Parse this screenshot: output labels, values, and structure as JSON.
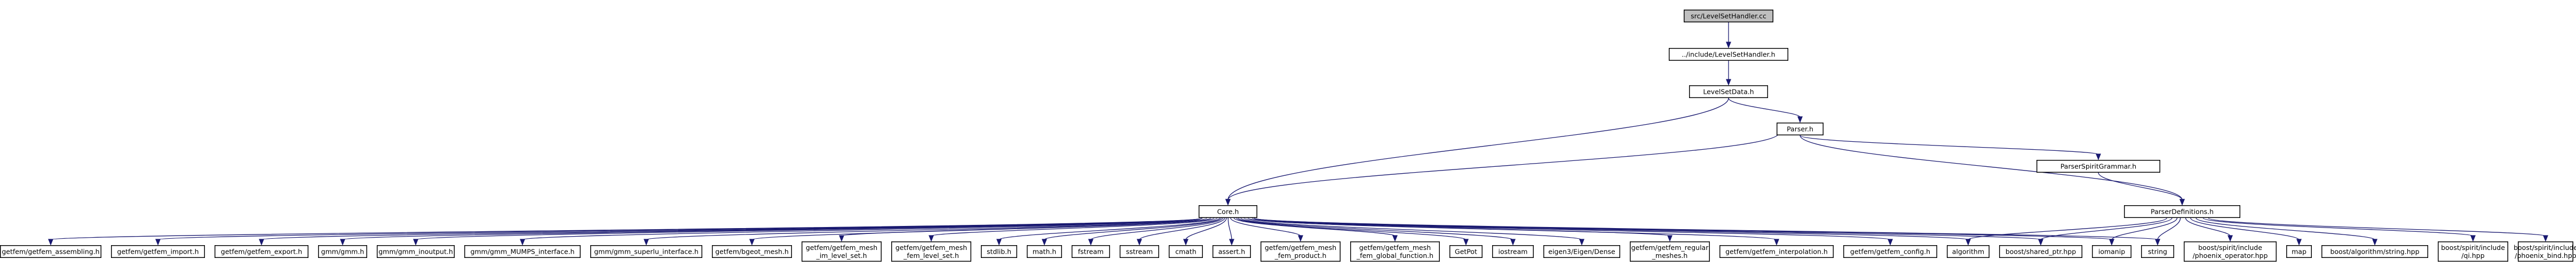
{
  "diagram": {
    "type": "include-dependency-graph",
    "nodes": [
      {
        "id": "root",
        "lines": [
          "src/LevelSetHandler.cc"
        ],
        "root": true
      },
      {
        "id": "lsh",
        "lines": [
          "../include/LevelSetHandler.h"
        ]
      },
      {
        "id": "lsd",
        "lines": [
          "LevelSetData.h"
        ]
      },
      {
        "id": "parser",
        "lines": [
          "Parser.h"
        ]
      },
      {
        "id": "psg",
        "lines": [
          "ParserSpiritGrammar.h"
        ]
      },
      {
        "id": "pdef",
        "lines": [
          "ParserDefinitions.h"
        ]
      },
      {
        "id": "core",
        "lines": [
          "Core.h"
        ]
      },
      {
        "id": "g_asm",
        "lines": [
          "getfem/getfem_assembling.h"
        ]
      },
      {
        "id": "g_imp",
        "lines": [
          "getfem/getfem_import.h"
        ]
      },
      {
        "id": "g_exp",
        "lines": [
          "getfem/getfem_export.h"
        ]
      },
      {
        "id": "gmm",
        "lines": [
          "gmm/gmm.h"
        ]
      },
      {
        "id": "gmm_io",
        "lines": [
          "gmm/gmm_inoutput.h"
        ]
      },
      {
        "id": "gmm_mumps",
        "lines": [
          "gmm/gmm_MUMPS_interface.h"
        ]
      },
      {
        "id": "gmm_slu",
        "lines": [
          "gmm/gmm_superlu_interface.h"
        ]
      },
      {
        "id": "g_reg",
        "lines": [
          "getfem/bgeot_mesh.h"
        ]
      },
      {
        "id": "g_mim",
        "lines": [
          "getfem/getfem_mesh",
          "_im_level_set.h"
        ]
      },
      {
        "id": "g_fem",
        "lines": [
          "getfem/getfem_mesh",
          "_fem_level_set.h"
        ]
      },
      {
        "id": "stdlib",
        "lines": [
          "stdlib.h"
        ]
      },
      {
        "id": "math",
        "lines": [
          "math.h"
        ]
      },
      {
        "id": "fstream",
        "lines": [
          "fstream"
        ]
      },
      {
        "id": "sstream",
        "lines": [
          "sstream"
        ]
      },
      {
        "id": "cmath",
        "lines": [
          "cmath"
        ]
      },
      {
        "id": "assert",
        "lines": [
          "assert.h"
        ]
      },
      {
        "id": "g_prod",
        "lines": [
          "getfem/getfem_mesh",
          "_fem_product.h"
        ]
      },
      {
        "id": "g_glob",
        "lines": [
          "getfem/getfem_mesh",
          "_fem_global_function.h"
        ]
      },
      {
        "id": "getpot",
        "lines": [
          "GetPot"
        ]
      },
      {
        "id": "iostream",
        "lines": [
          "iostream"
        ]
      },
      {
        "id": "eigen",
        "lines": [
          "eigen3/Eigen/Dense"
        ]
      },
      {
        "id": "g_regm",
        "lines": [
          "getfem/getfem_regular",
          "_meshes.h"
        ]
      },
      {
        "id": "g_interp",
        "lines": [
          "getfem/getfem_interpolation.h"
        ]
      },
      {
        "id": "g_conf",
        "lines": [
          "getfem/getfem_config.h"
        ]
      },
      {
        "id": "algorithm",
        "lines": [
          "algorithm"
        ]
      },
      {
        "id": "sptr",
        "lines": [
          "boost/shared_ptr.hpp"
        ]
      },
      {
        "id": "iomanip",
        "lines": [
          "iomanip"
        ]
      },
      {
        "id": "string",
        "lines": [
          "string"
        ]
      },
      {
        "id": "phx_op",
        "lines": [
          "boost/spirit/include",
          "/phoenix_operator.hpp"
        ]
      },
      {
        "id": "map",
        "lines": [
          "map"
        ]
      },
      {
        "id": "balg",
        "lines": [
          "boost/algorithm/string.hpp"
        ]
      },
      {
        "id": "qi",
        "lines": [
          "boost/spirit/include",
          "/qi.hpp"
        ]
      },
      {
        "id": "phx_bind",
        "lines": [
          "boost/spirit/include",
          "/phoenix_bind.hpp"
        ]
      }
    ],
    "edges": [
      [
        "root",
        "lsh"
      ],
      [
        "lsh",
        "lsd"
      ],
      [
        "lsd",
        "core"
      ],
      [
        "lsd",
        "parser"
      ],
      [
        "parser",
        "core"
      ],
      [
        "parser",
        "psg"
      ],
      [
        "parser",
        "pdef"
      ],
      [
        "psg",
        "pdef"
      ],
      [
        "core",
        "g_asm"
      ],
      [
        "core",
        "g_imp"
      ],
      [
        "core",
        "g_exp"
      ],
      [
        "core",
        "gmm"
      ],
      [
        "core",
        "gmm_io"
      ],
      [
        "core",
        "gmm_mumps"
      ],
      [
        "core",
        "gmm_slu"
      ],
      [
        "core",
        "g_reg"
      ],
      [
        "core",
        "g_mim"
      ],
      [
        "core",
        "g_fem"
      ],
      [
        "core",
        "stdlib"
      ],
      [
        "core",
        "math"
      ],
      [
        "core",
        "fstream"
      ],
      [
        "core",
        "sstream"
      ],
      [
        "core",
        "cmath"
      ],
      [
        "core",
        "assert"
      ],
      [
        "core",
        "g_prod"
      ],
      [
        "core",
        "g_glob"
      ],
      [
        "core",
        "getpot"
      ],
      [
        "core",
        "iostream"
      ],
      [
        "core",
        "eigen"
      ],
      [
        "core",
        "g_regm"
      ],
      [
        "core",
        "g_interp"
      ],
      [
        "core",
        "g_conf"
      ],
      [
        "core",
        "algorithm"
      ],
      [
        "core",
        "sptr"
      ],
      [
        "core",
        "iomanip"
      ],
      [
        "core",
        "string"
      ],
      [
        "pdef",
        "algorithm"
      ],
      [
        "pdef",
        "sptr"
      ],
      [
        "pdef",
        "iomanip"
      ],
      [
        "pdef",
        "string"
      ],
      [
        "pdef",
        "phx_op"
      ],
      [
        "pdef",
        "map"
      ],
      [
        "pdef",
        "balg"
      ],
      [
        "pdef",
        "qi"
      ],
      [
        "pdef",
        "phx_bind"
      ]
    ]
  }
}
